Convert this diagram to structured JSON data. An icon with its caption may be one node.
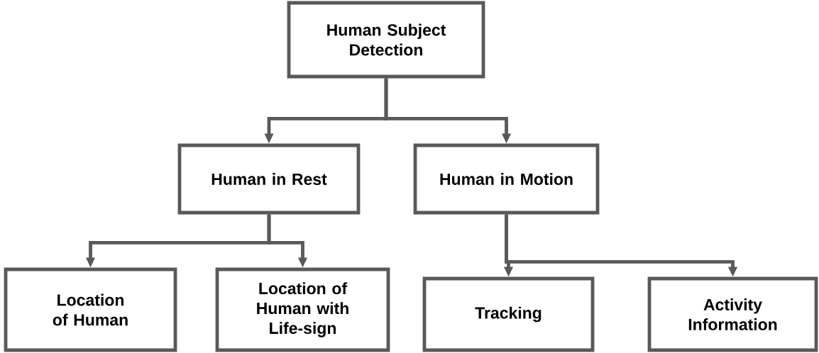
{
  "diagram": {
    "nodes": [
      {
        "text": [
          "Human Subject Detection"
        ]
      },
      {
        "text": [
          "Human in Rest"
        ]
      },
      {
        "text": [
          "Human in Motion"
        ]
      },
      {
        "text": [
          "Location of Human"
        ]
      },
      {
        "text": [
          "Location of Human with Life-sign"
        ]
      },
      {
        "text": [
          "Tracking"
        ]
      },
      {
        "text": [
          "Activity Information"
        ]
      }
    ],
    "edges": [
      {
        "from": 0,
        "to": 1,
        "arrow": "to"
      },
      {
        "from": 0,
        "to": 2,
        "arrow": "to"
      },
      {
        "from": 1,
        "to": 3,
        "arrow": "to"
      },
      {
        "from": 1,
        "to": 4,
        "arrow": "to"
      },
      {
        "from": 2,
        "to": 5,
        "arrow": "to"
      },
      {
        "from": 2,
        "to": 6,
        "arrow": "to"
      }
    ]
  }
}
